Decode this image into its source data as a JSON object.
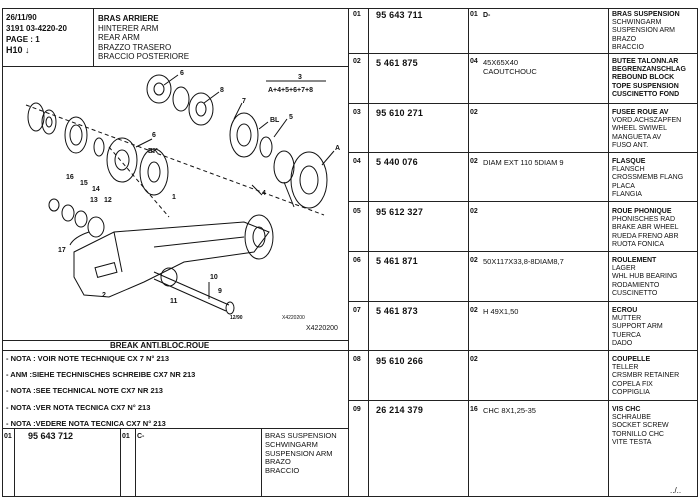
{
  "header": {
    "date": "26/11/90",
    "ref_line": "3191  03-4220-20",
    "page_label": "PAGE : 1",
    "sheet_code": "H10 ↓",
    "names": [
      "BRAS ARRIERE",
      "HINTERER ARM",
      "REAR ARM",
      "BRAZZO TRASERO",
      "BRACCIO POSTERIORE"
    ]
  },
  "diagram": {
    "callouts": [
      "3",
      "A+4+5+6+7+8",
      "6",
      "8",
      "7",
      "5",
      "BL",
      "A",
      "6",
      "BK",
      "4",
      "16",
      "15",
      "14",
      "13",
      "12",
      "1",
      "17",
      "2",
      "11",
      "10",
      "9",
      "X4220200",
      "12/90"
    ],
    "ref_code": "X4220200",
    "small_code": "X4220200",
    "stamp": "12/90"
  },
  "section_title": "BREAK ANTI.BLOC.ROUE",
  "notes": [
    "- NOTA : VOIR NOTE TECHNIQUE CX 7 N° 213",
    "- ANM :SIEHE TECHNISCHES SCHREIBE CX7 NR 213",
    "- NOTA :SEE TECHNICAL NOTE CX7 NR 213",
    "- NOTA :VER NOTA TECNICA CX7 N° 213",
    "- NOTA :VEDERE NOTA TECNICA CX7 N° 213"
  ],
  "bottom_row": {
    "no": "01",
    "part": "95 643 712",
    "qty": "01",
    "code": "C-",
    "desc": [
      "BRAS SUSPENSION",
      "SCHWINGARM",
      "SUSPENSION ARM",
      "BRAZO",
      "BRACCIO"
    ]
  },
  "rows": [
    {
      "no": "01",
      "part": "95 643 711",
      "qty": "01",
      "spec": "D-",
      "desc": [
        "BRAS SUSPENSION",
        "SCHWINGARM",
        "SUSPENSION ARM",
        "BRAZO",
        "BRACCIO"
      ]
    },
    {
      "no": "02",
      "part": "5 461 875",
      "qty": "04",
      "spec": "45X65X40\nCAOUTCHOUC",
      "desc": [
        "BUTEE TALONN.AR",
        "BEGRENZANSCHLAG",
        "REBOUND BLOCK",
        "TOPE SUSPENSION",
        "CUSCINETTO FOND"
      ]
    },
    {
      "no": "03",
      "part": "95 610 271",
      "qty": "02",
      "spec": "",
      "desc": [
        "FUSEE ROUE AV",
        "VORD.ACHSZAPFEN",
        "WHEEL SWIWEL",
        "MANGUETA AV",
        "FUSO ANT."
      ]
    },
    {
      "no": "04",
      "part": "5 440 076",
      "qty": "02",
      "spec": "DIAM EXT 110 5DIAM 9",
      "desc": [
        "FLASQUE",
        "FLANSCH",
        "CROSSMEMB FLANG",
        "PLACA",
        "FLANGIA"
      ]
    },
    {
      "no": "05",
      "part": "95 612 327",
      "qty": "02",
      "spec": "",
      "desc": [
        "ROUE PHONIQUE",
        "PHONISCHES RAD",
        "BRAKE ABR WHEEL",
        "RUEDA FRENO ABR",
        "RUOTA FONICA"
      ]
    },
    {
      "no": "06",
      "part": "5 461 871",
      "qty": "02",
      "spec": "50X117X33,8-8DIAM8,7",
      "desc": [
        "ROULEMENT",
        "LAGER",
        "WHL HUB BEARING",
        "RODAMIENTO",
        "CUSCINETTO"
      ]
    },
    {
      "no": "07",
      "part": "5 461 873",
      "qty": "02",
      "spec": "H 49X1,50",
      "desc": [
        "ECROU",
        "MUTTER",
        "SUPPORT ARM",
        "TUERCA",
        "DADO"
      ]
    },
    {
      "no": "08",
      "part": "95 610 266",
      "qty": "02",
      "spec": "",
      "desc": [
        "COUPELLE",
        "TELLER",
        "CRSMBR RETAINER",
        "COPELA FIX",
        "COPPIGLIA"
      ]
    },
    {
      "no": "09",
      "part": "26 214 379",
      "qty": "16",
      "spec": "CHC 8X1,25-35",
      "desc": [
        "VIS CHC",
        "SCHRAUBE",
        "SOCKET SCREW",
        "TORNILLO CHC",
        "VITE TESTA"
      ]
    }
  ],
  "footer_mark": "../.."
}
